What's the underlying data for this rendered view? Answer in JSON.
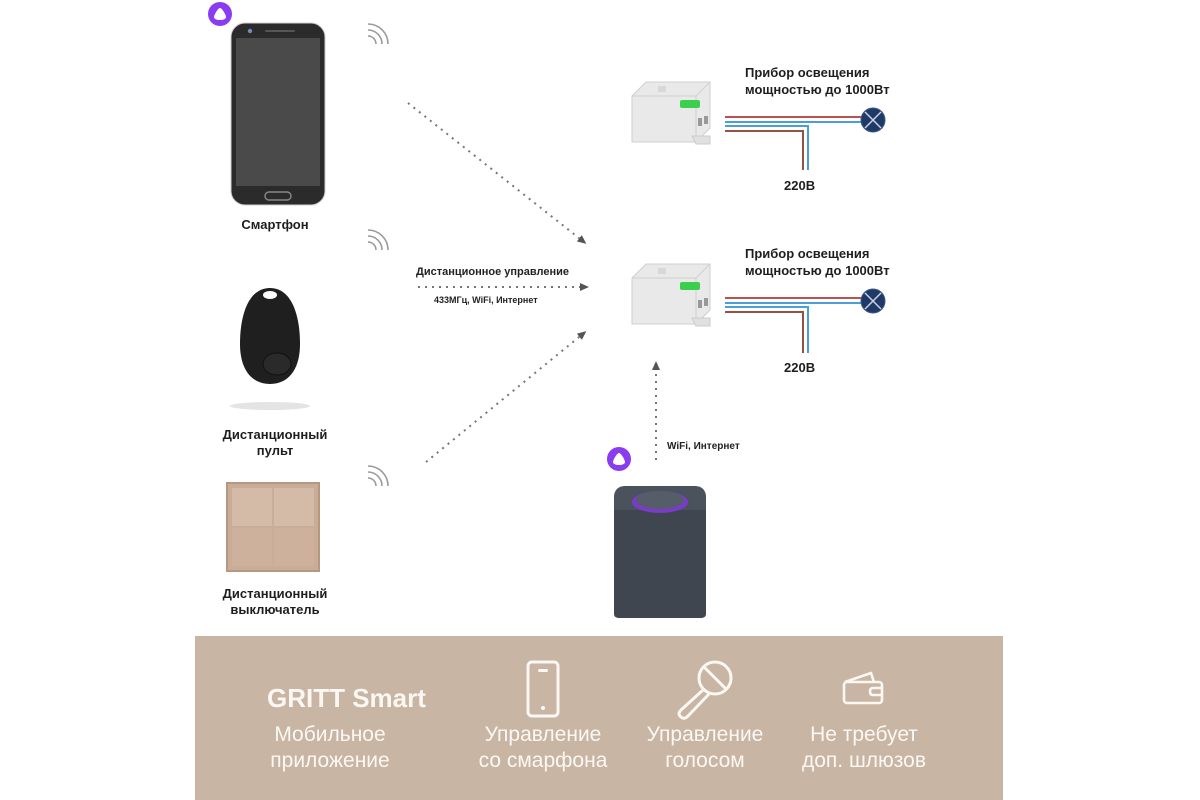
{
  "devices": {
    "smartphone": {
      "label": "Смартфон"
    },
    "remote": {
      "label_line1": "Дистанционный",
      "label_line2": "пульт"
    },
    "switch": {
      "label_line1": "Дистанционный",
      "label_line2": "выключатель"
    },
    "speaker": {
      "link_label": "WiFi, Интернет"
    }
  },
  "link": {
    "title": "Дистанционное управление",
    "subtitle": "433МГц, WiFi, Интернет"
  },
  "loads": [
    {
      "title_line1": "Прибор освещения",
      "title_line2": "мощностью до 1000Вт",
      "supply": "220В"
    },
    {
      "title_line1": "Прибор освещения",
      "title_line2": "мощностью до 1000Вт",
      "supply": "220В"
    }
  ],
  "banner": {
    "brand": "GRITT Smart",
    "features": [
      {
        "icon": "app",
        "line1": "Мобильное",
        "line2": "приложение"
      },
      {
        "icon": "smartphone-icon",
        "line1": "Управление",
        "line2": "со смарфона"
      },
      {
        "icon": "microphone-icon",
        "line1": "Управление",
        "line2": "голосом"
      },
      {
        "icon": "wallet-icon",
        "line1": "Не требует",
        "line2": "доп. шлюзов"
      }
    ]
  },
  "colors": {
    "banner_bg": "#c8b5a3",
    "banner_text": "#fbf8f4",
    "alice_purple": "#8a3cf0",
    "wire_red": "#c0504d",
    "wire_blue": "#4a9fd8",
    "lamp": "#1f3a66"
  }
}
